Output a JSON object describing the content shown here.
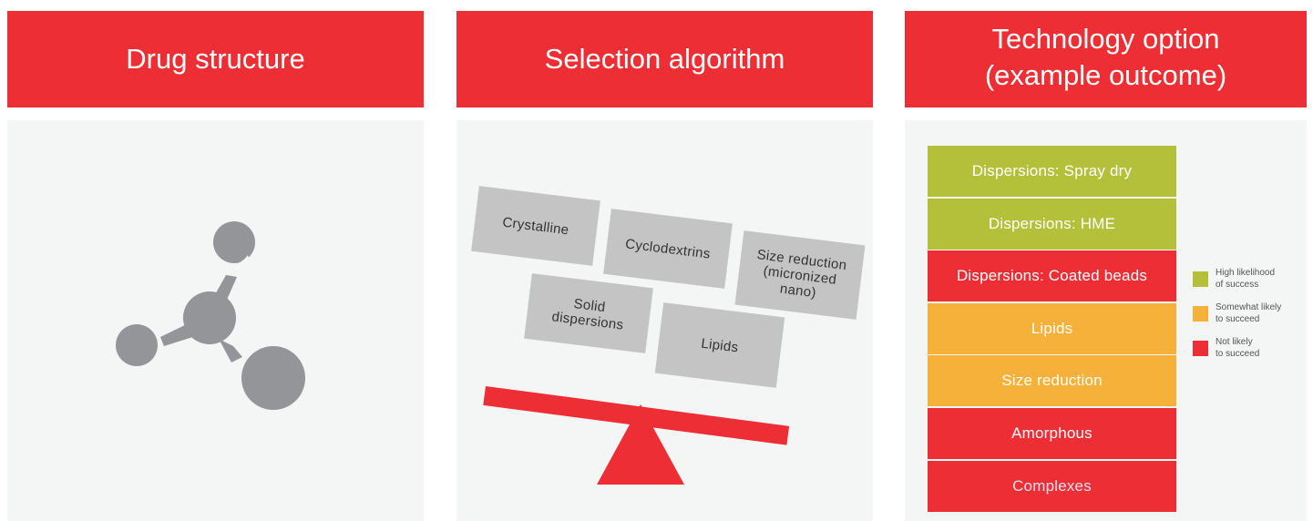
{
  "panels": {
    "drug_structure": {
      "title": "Drug structure"
    },
    "selection_algorithm": {
      "title": "Selection algorithm",
      "blocks": [
        "Crystalline",
        "Cyclodextrins",
        "Size reduction\n(micronized\nnano)",
        "Solid\ndispersions",
        "Lipids"
      ]
    },
    "technology_option": {
      "title": "Technology option\n(example outcome)",
      "options": [
        {
          "label": "Dispersions: Spray dry",
          "likelihood": "high"
        },
        {
          "label": "Dispersions: HME",
          "likelihood": "high"
        },
        {
          "label": "Dispersions: Coated beads",
          "likelihood": "not"
        },
        {
          "label": "Lipids",
          "likelihood": "somewhat"
        },
        {
          "label": "Size reduction",
          "likelihood": "somewhat"
        },
        {
          "label": "Amorphous",
          "likelihood": "not"
        },
        {
          "label": "Complexes",
          "likelihood": "not"
        }
      ],
      "legend": [
        {
          "key": "high",
          "label": "High likelihood\nof success",
          "color": "#b4bf3a"
        },
        {
          "key": "somewhat",
          "label": "Somewhat likely\nto succeed",
          "color": "#f6b13a"
        },
        {
          "key": "not",
          "label": "Not likely\nto succeed",
          "color": "#ee2e35"
        }
      ]
    }
  },
  "colors": {
    "header": "#ee2e35",
    "panel_bg": "#f4f5f5",
    "block": "#c4c4c5",
    "molecule": "#939598"
  }
}
